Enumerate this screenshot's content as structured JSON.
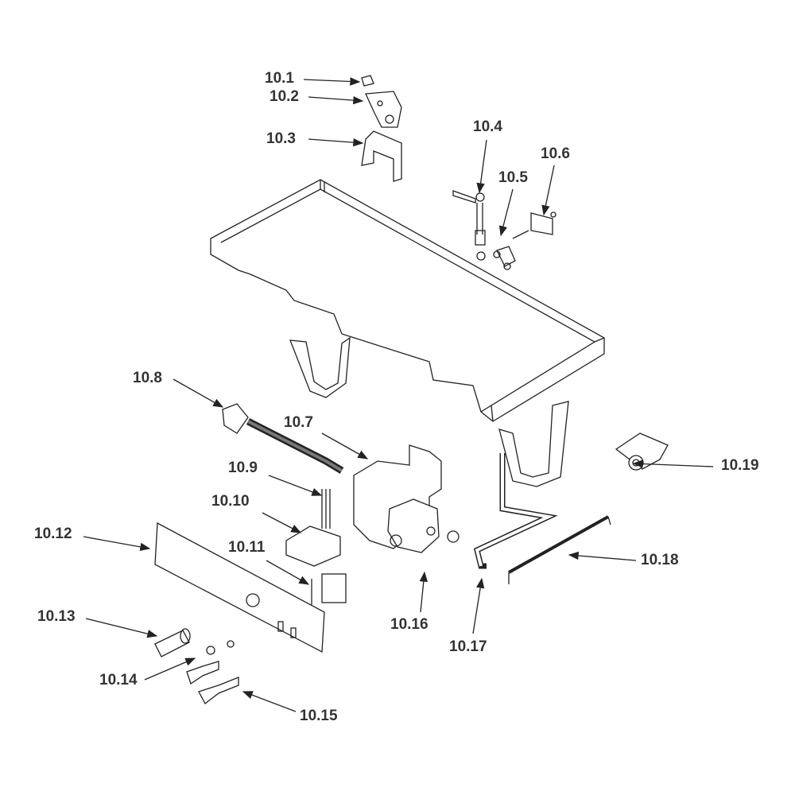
{
  "diagram": {
    "labels": [
      "10.1",
      "10.2",
      "10.3",
      "10.4",
      "10.5",
      "10.6",
      "10.7",
      "10.8",
      "10.9",
      "10.10",
      "10.11",
      "10.12",
      "10.13",
      "10.14",
      "10.15",
      "10.16",
      "10.17",
      "10.18",
      "10.19"
    ],
    "colors": {
      "line": "#222222",
      "label": "#333333",
      "arrow": "#222222"
    }
  }
}
